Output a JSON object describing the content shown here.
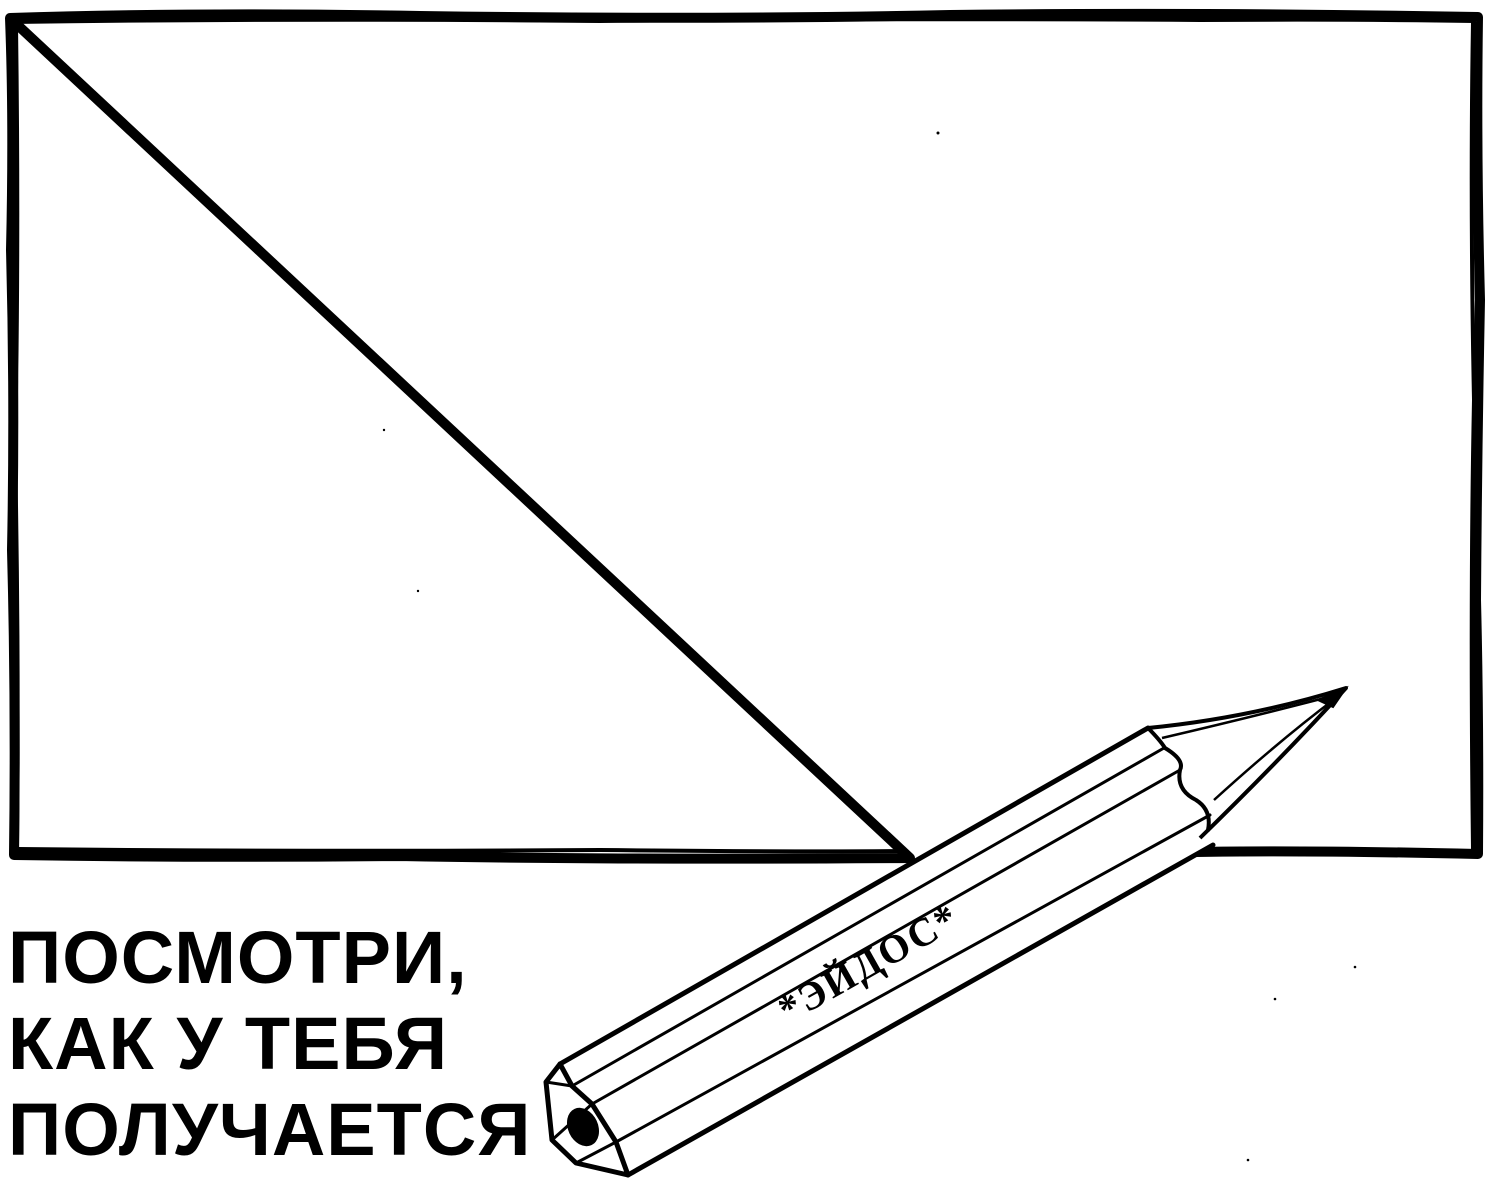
{
  "colors": {
    "ink": "#000000",
    "paper": "#ffffff"
  },
  "caption": {
    "lines": [
      "ПОСМОТРИ,",
      "КАК У ТЕБЯ",
      "ПОЛУЧАЕТСЯ"
    ]
  },
  "pencil": {
    "brand_text": "*ЭЙДОС*"
  }
}
